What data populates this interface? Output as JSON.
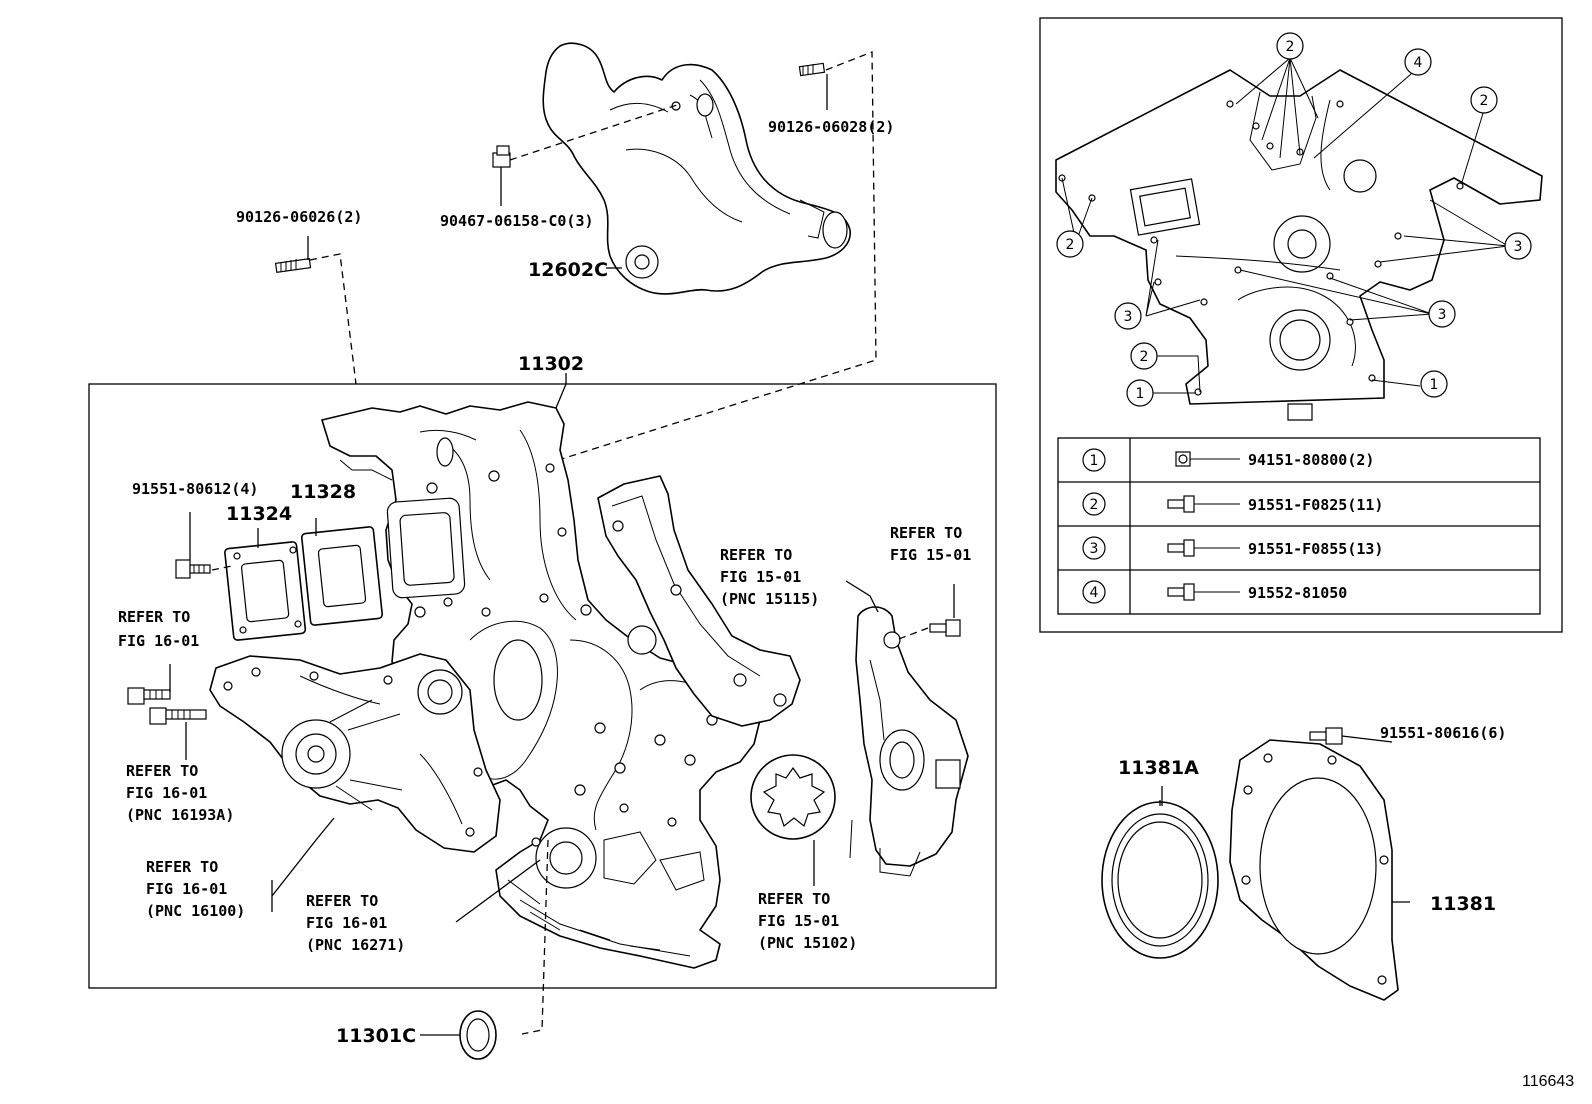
{
  "main_callouts": {
    "p11302": "11302",
    "p12602c": "12602C",
    "p11324": "11324",
    "p11328": "11328",
    "p11301c": "11301C",
    "p11381a": "11381A",
    "p11381": "11381"
  },
  "fastener_callouts": {
    "stud_top": "90126-06028(2)",
    "stud_left": "90126-06026(2)",
    "nut_top": "90467-06158-C0(3)",
    "bolt_gasket": "91551-80612(4)",
    "bolt_retainer": "91551-80616(6)"
  },
  "refer_notes": {
    "r1": [
      "REFER TO",
      "FIG 16-01"
    ],
    "r2": [
      "REFER TO",
      "FIG 16-01",
      "(PNC 16193A)"
    ],
    "r3": [
      "REFER TO",
      "FIG 16-01",
      "(PNC 16100)"
    ],
    "r4": [
      "REFER TO",
      "FIG 16-01",
      "(PNC 16271)"
    ],
    "r5": [
      "REFER TO",
      "FIG 15-01",
      "(PNC 15115)"
    ],
    "r6": [
      "REFER TO",
      "FIG 15-01"
    ],
    "r7": [
      "REFER TO",
      "FIG 15-01",
      "(PNC 15102)"
    ]
  },
  "inset_callouts": [
    "2",
    "4",
    "2",
    "2",
    "3",
    "3",
    "3",
    "2",
    "1",
    "1"
  ],
  "legend": [
    {
      "key": "1",
      "part": "94151-80800(2)",
      "icon": "nut-icon"
    },
    {
      "key": "2",
      "part": "91551-F0825(11)",
      "icon": "bolt-icon"
    },
    {
      "key": "3",
      "part": "91551-F0855(13)",
      "icon": "bolt-icon"
    },
    {
      "key": "4",
      "part": "91552-81050",
      "icon": "bolt-icon"
    }
  ],
  "figure_id": "116643"
}
